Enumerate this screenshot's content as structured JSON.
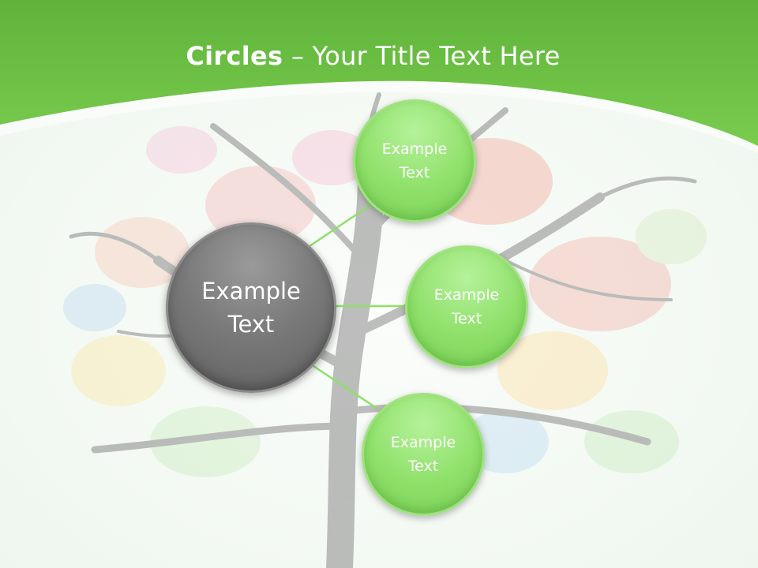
{
  "slide": {
    "title_bold": "Circles",
    "title_rest": " – Your Title Text Here"
  },
  "center_circle": {
    "label": "Example\nText"
  },
  "satellite_circles": [
    {
      "label": "Example\nText"
    },
    {
      "label": "Example\nText"
    },
    {
      "label": "Example\nText"
    }
  ],
  "colors": {
    "header_green": "#6cc244",
    "center_gray": "#707070",
    "satellite_green": "#8fe06a",
    "connector_green": "#8ee06a"
  }
}
